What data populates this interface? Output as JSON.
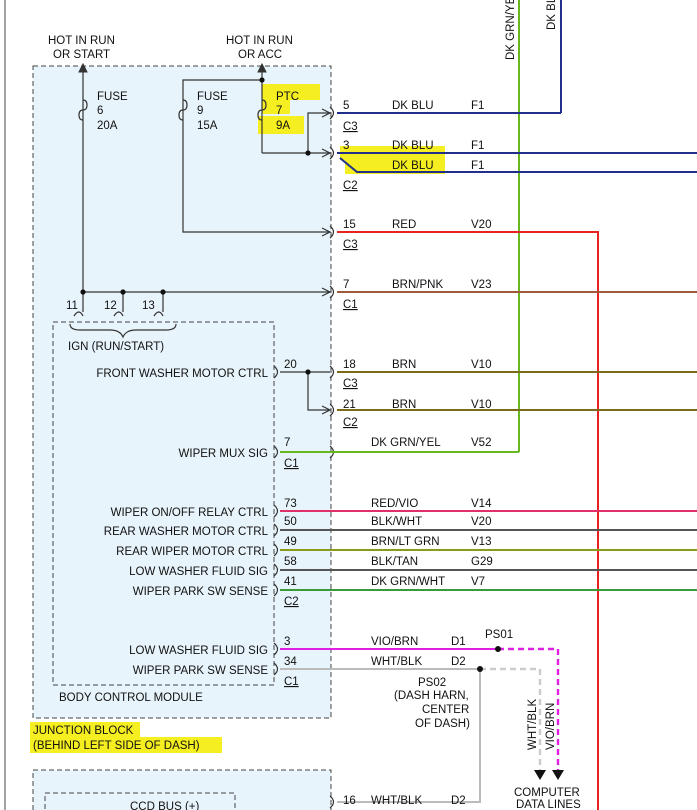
{
  "colors": {
    "dk_blu": "#1f2f8a",
    "red": "#e8231f",
    "brn": "#7a6a1a",
    "brn_pnk": "#a05a3a",
    "dk_grn_yel": "#66b81f",
    "red_vio": "#e0306a",
    "blk": "#555555",
    "brn_lt_grn": "#8a9a1a",
    "dk_grn_wht": "#3a9a3a",
    "vio_brn": "#e020e0",
    "wht_blk": "#bbbbbb",
    "highlight": "#f5ee20",
    "box_fill": "#e8f4fb"
  },
  "top_wires": {
    "left": "DK GRN/YEL",
    "right": "DK BLU"
  },
  "power": {
    "hot_start": [
      "HOT IN RUN",
      "OR START"
    ],
    "hot_acc": [
      "HOT IN RUN",
      "OR ACC"
    ]
  },
  "fuses": [
    {
      "name": "FUSE",
      "num": "6",
      "amp": "20A"
    },
    {
      "name": "FUSE",
      "num": "9",
      "amp": "15A"
    },
    {
      "name": "PTC",
      "num": "7",
      "amp": "9A"
    }
  ],
  "ign": {
    "pins": [
      "11",
      "12",
      "13"
    ],
    "label": "IGN (RUN/START)"
  },
  "circuits": [
    {
      "pin": "5",
      "wire": "DK BLU",
      "code": "F1",
      "conn": "C3"
    },
    {
      "pin": "3",
      "wire": "DK BLU",
      "code": "F1",
      "conn": ""
    },
    {
      "pin": "",
      "wire": "DK BLU",
      "code": "F1",
      "conn": "C2"
    },
    {
      "pin": "15",
      "wire": "RED",
      "code": "V20",
      "conn": "C3"
    },
    {
      "pin": "7",
      "wire": "BRN/PNK",
      "code": "V23",
      "conn": "C1"
    },
    {
      "pin": "18",
      "wire": "BRN",
      "code": "V10",
      "conn": "C3"
    },
    {
      "pin": "21",
      "wire": "BRN",
      "code": "V10",
      "conn": "C2"
    },
    {
      "pin": "7",
      "wire": "DK GRN/YEL",
      "code": "V52",
      "conn": "C1"
    },
    {
      "pin": "73",
      "wire": "RED/VIO",
      "code": "V14",
      "conn": ""
    },
    {
      "pin": "50",
      "wire": "BLK/WHT",
      "code": "V20",
      "conn": ""
    },
    {
      "pin": "49",
      "wire": "BRN/LT GRN",
      "code": "V13",
      "conn": ""
    },
    {
      "pin": "58",
      "wire": "BLK/TAN",
      "code": "G29",
      "conn": ""
    },
    {
      "pin": "41",
      "wire": "DK GRN/WHT",
      "code": "V7",
      "conn": "C2"
    },
    {
      "pin": "3",
      "wire": "VIO/BRN",
      "code": "D1",
      "conn": ""
    },
    {
      "pin": "34",
      "wire": "WHT/BLK",
      "code": "D2",
      "conn": "C1"
    },
    {
      "pin": "16",
      "wire": "WHT/BLK",
      "code": "D2",
      "conn": ""
    }
  ],
  "bcm": {
    "pin20": "20",
    "labels": [
      "FRONT WASHER MOTOR CTRL",
      "WIPER MUX SIG",
      "WIPER ON/OFF RELAY CTRL",
      "REAR WASHER MOTOR CTRL",
      "REAR WIPER MOTOR CTRL",
      "LOW WASHER FLUID SIG",
      "WIPER PARK SW SENSE",
      "LOW WASHER FLUID SIG",
      "WIPER PARK SW SENSE"
    ],
    "title": "BODY CONTROL MODULE"
  },
  "splices": {
    "ps01": "PS01",
    "ps02": [
      "PS02",
      "(DASH HARN,",
      "CENTER",
      "OF DASH)"
    ],
    "down_wht": "WHT/BLK",
    "down_vio": "VIO/BRN",
    "computer": [
      "COMPUTER",
      "DATA LINES"
    ]
  },
  "junction_block": [
    "JUNCTION BLOCK",
    "(BEHIND LEFT SIDE OF DASH)"
  ],
  "ccd_bus": "CCD BUS (+)"
}
